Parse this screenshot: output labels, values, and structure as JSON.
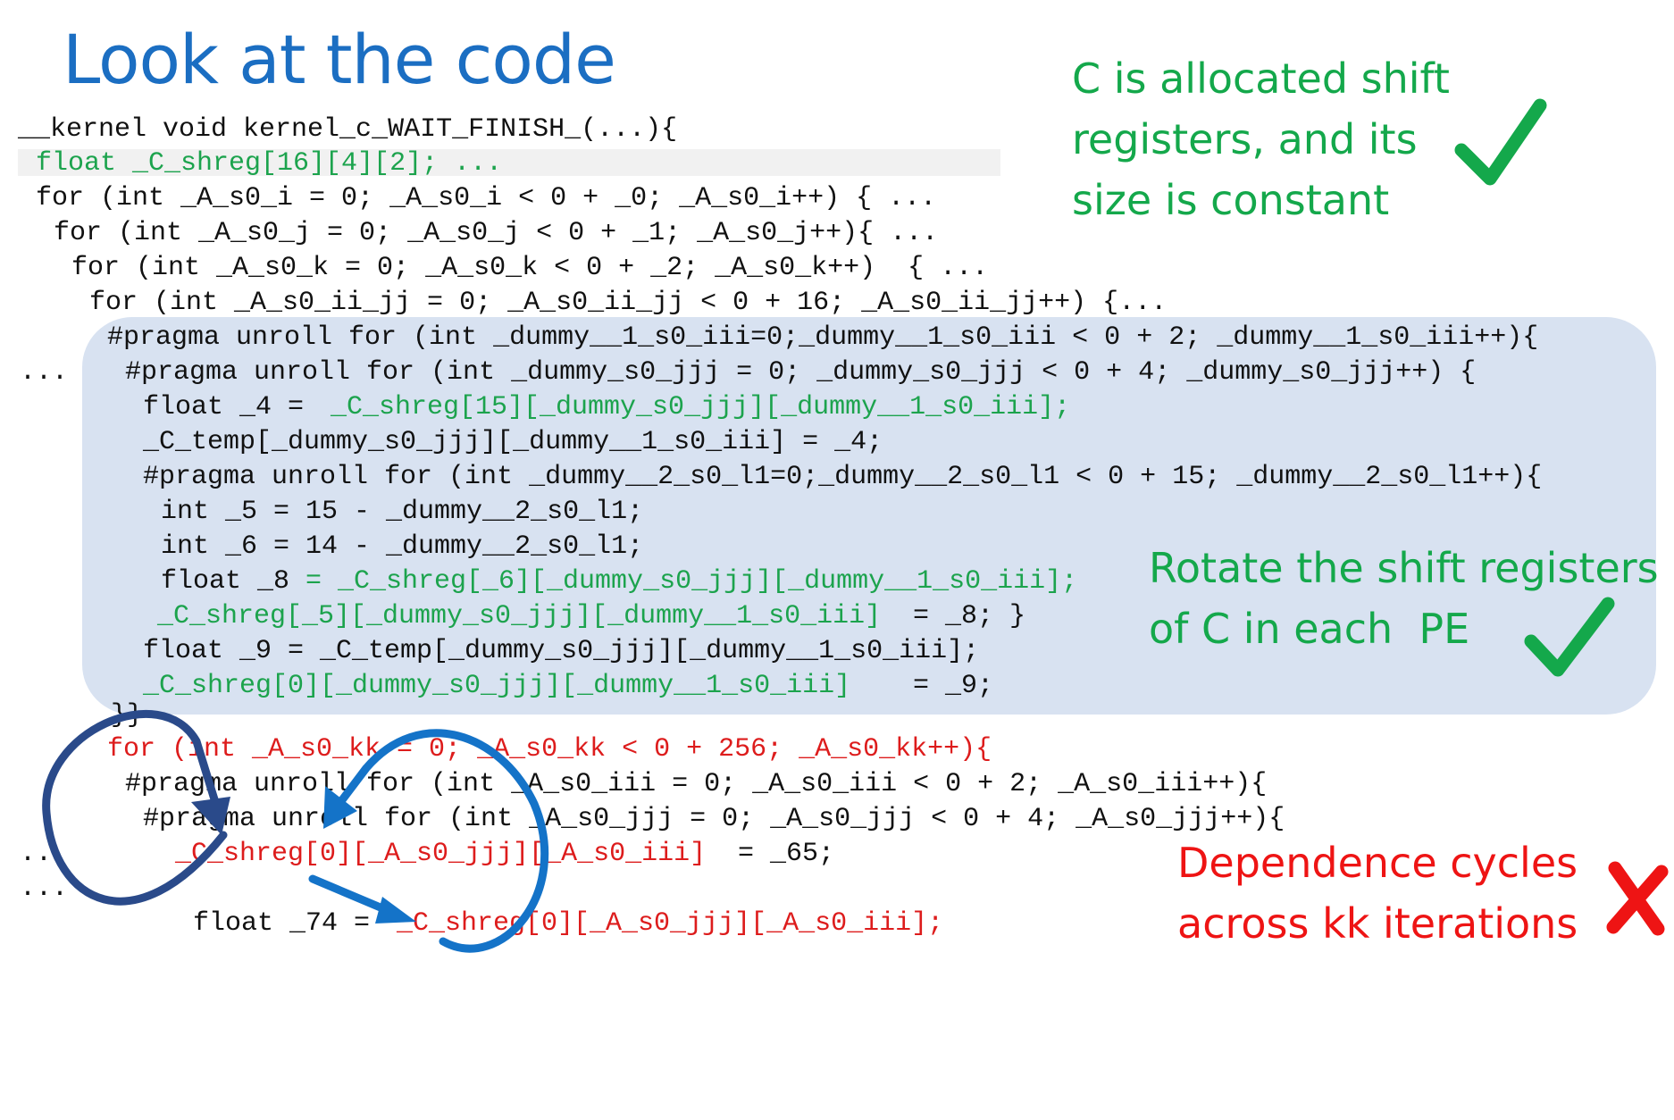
{
  "slide": {
    "title": "Look at the code"
  },
  "code_lines": [
    {
      "text": "__kernel void kernel_c_WAIT_FINISH_(...){",
      "color": "black"
    },
    {
      "text": "float _C_shreg[16][4][2]; ...",
      "color": "green"
    },
    {
      "text": "for (int _A_s0_i = 0; _A_s0_i < 0 + _0; _A_s0_i++) { ...",
      "color": "black"
    },
    {
      "text": "for (int _A_s0_j = 0; _A_s0_j < 0 + _1; _A_s0_j++){ ...",
      "color": "black"
    },
    {
      "text": "for (int _A_s0_k = 0; _A_s0_k < 0 + _2; _A_s0_k++)  { ...",
      "color": "black"
    },
    {
      "text": "for (int _A_s0_ii_jj = 0; _A_s0_ii_jj < 0 + 16; _A_s0_ii_jj++) {...",
      "color": "black"
    },
    {
      "text": "#pragma unroll for (int _dummy__1_s0_iii=0;_dummy__1_s0_iii < 0 + 2; _dummy__1_s0_iii++){",
      "color": "black"
    },
    {
      "text": "...",
      "color": "black"
    },
    {
      "text": "#pragma unroll for (int _dummy_s0_jjj = 0; _dummy_s0_jjj < 0 + 4; _dummy_s0_jjj++) {",
      "color": "black"
    },
    {
      "text": "float _4 = ",
      "color": "black"
    },
    {
      "text": "_C_shreg[15][_dummy_s0_jjj][_dummy__1_s0_iii];",
      "color": "green"
    },
    {
      "text": "_C_temp[_dummy_s0_jjj][_dummy__1_s0_iii] = _4;",
      "color": "black"
    },
    {
      "text": "#pragma unroll for (int _dummy__2_s0_l1=0;_dummy__2_s0_l1 < 0 + 15; _dummy__2_s0_l1++){",
      "color": "black"
    },
    {
      "text": "int _5 = 15 - _dummy__2_s0_l1;",
      "color": "black"
    },
    {
      "text": "int _6 = 14 - _dummy__2_s0_l1;",
      "color": "black"
    },
    {
      "text": "float _8",
      "color": "black"
    },
    {
      "text": " = _C_shreg[_6][_dummy_s0_jjj][_dummy__1_s0_iii];",
      "color": "green"
    },
    {
      "text": "_C_shreg[_5][_dummy_s0_jjj][_dummy__1_s0_iii]",
      "color": "green"
    },
    {
      "text": " = _8; }",
      "color": "black"
    },
    {
      "text": "float _9 = _C_temp[_dummy_s0_jjj][_dummy__1_s0_iii];",
      "color": "black"
    },
    {
      "text": "_C_shreg[0][_dummy_s0_jjj][_dummy__1_s0_iii]",
      "color": "green"
    },
    {
      "text": " = _9;",
      "color": "black"
    },
    {
      "text": "}}",
      "color": "black"
    },
    {
      "text": "for (int _A_s0_kk = 0; _A_s0_kk < 0 + 256; _A_s0_kk++){",
      "color": "red"
    },
    {
      "text": "#pragma unroll for (int _A_s0_iii = 0; _A_s0_iii < 0 + 2; _A_s0_iii++){",
      "color": "black"
    },
    {
      "text": "#pragma unroll for (int _A_s0_jjj = 0; _A_s0_jjj < 0 + 4; _A_s0_jjj++){",
      "color": "black"
    },
    {
      "text": "..",
      "color": "black"
    },
    {
      "text": "_C_shreg[0][_A_s0_jjj][_A_s0_iii]",
      "color": "red"
    },
    {
      "text": " = _65;",
      "color": "black"
    },
    {
      "text": "...",
      "color": "black"
    },
    {
      "text": "float _74 = ",
      "color": "black"
    },
    {
      "text": "_C_shreg[0][_A_s0_jjj][_A_s0_iii];",
      "color": "red"
    }
  ],
  "notes": {
    "allocated": "C is allocated shift\nregisters, and its\nsize is constant",
    "rotate": "Rotate the shift registers\nof C in each  PE",
    "dependence": "Dependence cycles\nacross kk iterations"
  },
  "marks": {
    "allocated": "check-mark",
    "rotate": "check-mark",
    "dependence": "cross-mark"
  },
  "colors": {
    "title": "#1b6ec2",
    "code_green": "#1ca34d",
    "code_red": "#dd1c1c",
    "note_green": "#14a84b",
    "note_red": "#ee1414",
    "highlight_blue": "#d8e2f1",
    "arrow_dark": "#2a4a8a",
    "arrow_bright": "#1473c8"
  }
}
